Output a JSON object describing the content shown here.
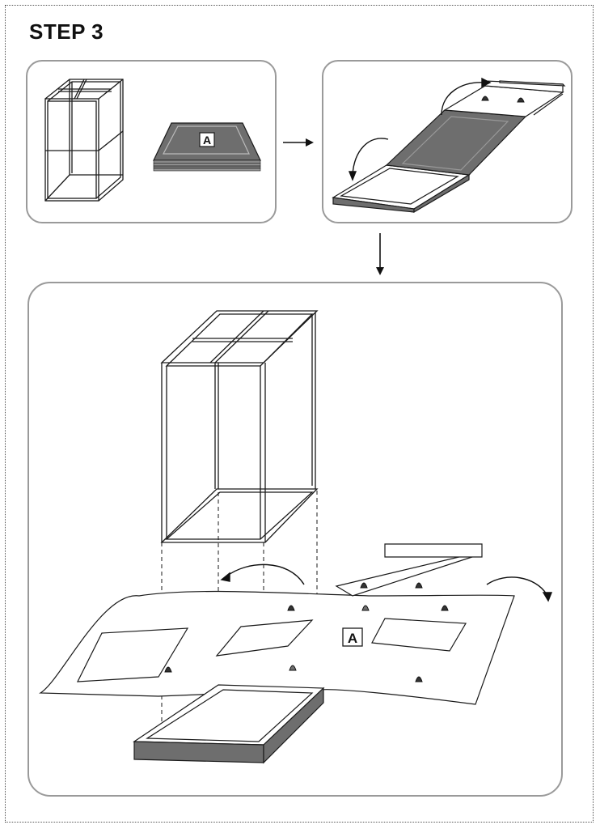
{
  "step": {
    "title": "STEP 3"
  },
  "labels": {
    "part_a_small": "A",
    "part_a_large": "A"
  },
  "colors": {
    "fill_dark": "#6e6e6e",
    "outline": "#1a1a1a",
    "panel_border": "#9a9a9a",
    "page_border": "#555555"
  },
  "icons": [
    "arrow-right-icon",
    "arrow-down-icon",
    "curved-arrow-icon",
    "zipper-pull-icon"
  ]
}
